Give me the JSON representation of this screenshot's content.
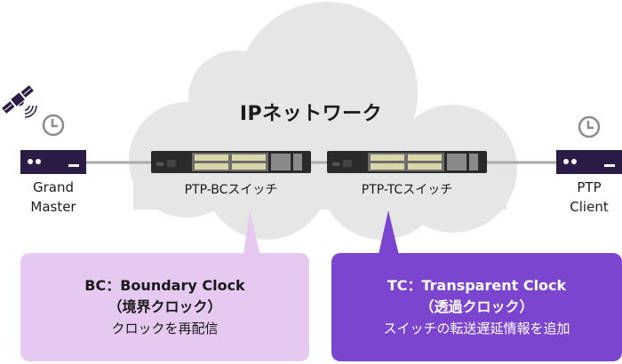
{
  "network": {
    "title": "IPネットワーク"
  },
  "nodes": {
    "grand_master": {
      "line1": "Grand",
      "line2": "Master"
    },
    "ptp_client": {
      "line1": "PTP",
      "line2": "Client"
    },
    "bc_switch": {
      "label": "PTP-BCスイッチ"
    },
    "tc_switch": {
      "label": "PTP-TCスイッチ"
    }
  },
  "callouts": {
    "bc": {
      "title": "BC：Boundary Clock",
      "subtitle": "（境界クロック）",
      "description": "クロックを再配信",
      "color": "#e6c9f0"
    },
    "tc": {
      "title": "TC：Transparent Clock",
      "subtitle": "（透過クロック）",
      "description": "スイッチの転送遅延情報を追加",
      "color": "#7b45d0"
    }
  },
  "colors": {
    "cloud": "#e6e6e6",
    "device": "#2b1c47",
    "link": "#aaaaaa",
    "clock": "#8c8c8c"
  }
}
